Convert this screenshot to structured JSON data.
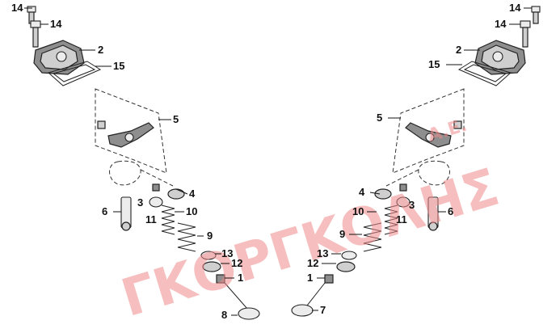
{
  "watermark": {
    "text": "ΓΚΟΡΓΚΟΛΗΣ",
    "suffix": "A.E."
  },
  "callouts": {
    "left": [
      {
        "id": "L14a",
        "n": "14"
      },
      {
        "id": "L14b",
        "n": "14"
      },
      {
        "id": "L2",
        "n": "2"
      },
      {
        "id": "L15",
        "n": "15"
      },
      {
        "id": "L5",
        "n": "5"
      },
      {
        "id": "L3",
        "n": "3"
      },
      {
        "id": "L4",
        "n": "4"
      },
      {
        "id": "L6",
        "n": "6"
      },
      {
        "id": "L11",
        "n": "11"
      },
      {
        "id": "L10",
        "n": "10"
      },
      {
        "id": "L9",
        "n": "9"
      },
      {
        "id": "L13",
        "n": "13"
      },
      {
        "id": "L12",
        "n": "12"
      },
      {
        "id": "L1",
        "n": "1"
      },
      {
        "id": "L8",
        "n": "8"
      }
    ],
    "right": [
      {
        "id": "R14a",
        "n": "14"
      },
      {
        "id": "R14b",
        "n": "14"
      },
      {
        "id": "R2",
        "n": "2"
      },
      {
        "id": "R15",
        "n": "15"
      },
      {
        "id": "R5",
        "n": "5"
      },
      {
        "id": "R4",
        "n": "4"
      },
      {
        "id": "R3",
        "n": "3"
      },
      {
        "id": "R6",
        "n": "6"
      },
      {
        "id": "R10",
        "n": "10"
      },
      {
        "id": "R11",
        "n": "11"
      },
      {
        "id": "R9",
        "n": "9"
      },
      {
        "id": "R13",
        "n": "13"
      },
      {
        "id": "R12",
        "n": "12"
      },
      {
        "id": "R1",
        "n": "1"
      },
      {
        "id": "R7",
        "n": "7"
      }
    ]
  },
  "colors": {
    "watermark": "#f08a8a",
    "ink": "#111111",
    "part_fill": "#cfcfcf"
  }
}
